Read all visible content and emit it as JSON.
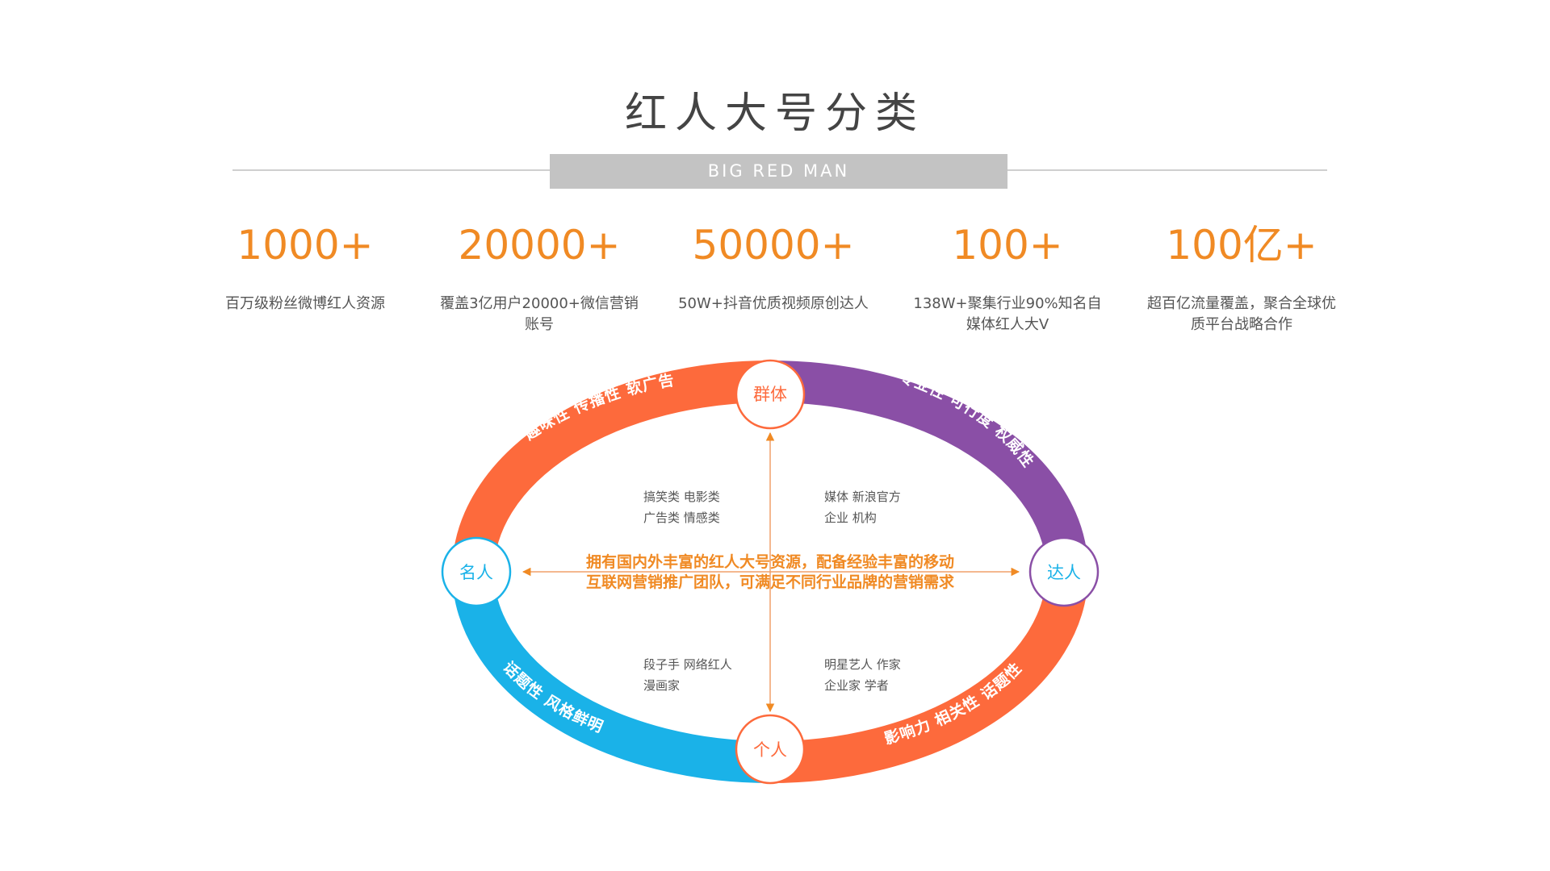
{
  "header": {
    "title": "红人大号分类",
    "subtitle": "BIG RED MAN"
  },
  "stats": [
    {
      "number": "1000+",
      "desc": "百万级粉丝微博红人资源"
    },
    {
      "number": "20000+",
      "desc": "覆盖3亿用户20000+微信营销账号"
    },
    {
      "number": "50000+",
      "desc": "50W+抖音优质视频原创达人"
    },
    {
      "number": "100+",
      "desc": "138W+聚集行业90%知名自媒体红人大V"
    },
    {
      "number": "100亿+",
      "desc": "超百亿流量覆盖，聚合全球优质平台战略合作"
    }
  ],
  "diagram": {
    "nodes": {
      "top": "群体",
      "left": "名人",
      "right": "达人",
      "bottom": "个人"
    },
    "arc_labels": {
      "top_left": "趣味性  传播性  软广告",
      "top_right": "专业性  可行度  权威性",
      "bottom_left": "话题性  风格鲜明",
      "bottom_right": "影响力  相关性  话题性"
    },
    "categories": {
      "top_left": [
        "搞笑类 电影类",
        "广告类 情感类"
      ],
      "top_right": [
        "媒体 新浪官方",
        "企业 机构"
      ],
      "bottom_left": [
        "段子手 网络红人",
        "漫画家"
      ],
      "bottom_right": [
        "明星艺人 作家",
        "企业家 学者"
      ]
    },
    "center_text": [
      "拥有国内外丰富的红人大号资源，配备经验丰富的移动",
      "互联网营销推广团队，可满足不同行业品牌的营销需求"
    ],
    "colors": {
      "orange": "#fd6a3c",
      "purple": "#8a4fa6",
      "blue": "#1ab2e8",
      "accent": "#f08a24"
    }
  }
}
